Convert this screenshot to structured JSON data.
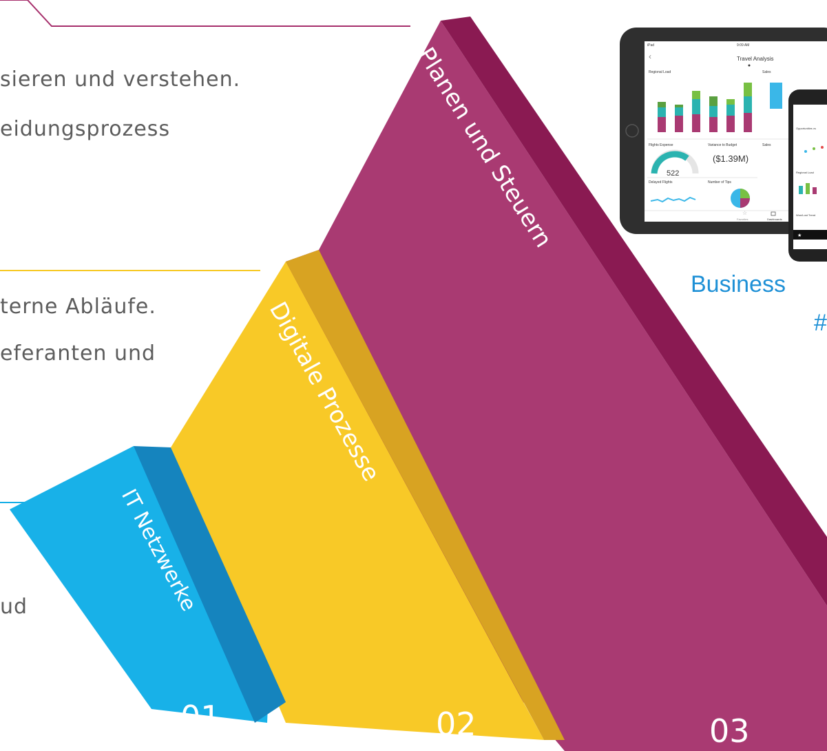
{
  "left_text": {
    "line1": "sieren und verstehen.",
    "line2": "eidungsprozess",
    "line3": "terne Abläufe.",
    "line4": "eferanten und",
    "line5": "ud"
  },
  "layers": [
    {
      "label": "IT Netzwerke",
      "number": "01",
      "color": "#14aee6"
    },
    {
      "label": "Digitale Prozesse",
      "number": "02",
      "color": "#f7c924"
    },
    {
      "label": "Planen und Steuern",
      "number": "03",
      "color": "#a62e6b"
    }
  ],
  "device": {
    "tablet_title": "Travel Analysis",
    "tablet_status_left": "iPad",
    "tablet_status_time": "9:09 AM",
    "card_regional_load": "Regional Load",
    "card_sales": "Sales",
    "card_flights_expense": "Flights Expense",
    "gauge_value": "522",
    "card_variance": "Variance to Budget",
    "variance_value": "($1.39M)",
    "card_delayed": "Delayed Flights",
    "card_tips": "Number of Tips",
    "tab_favorites": "Favorites",
    "tab_dashboards": "Dashboards",
    "phone_card_1": "Opportunities vs",
    "phone_card_2": "Regional Load",
    "phone_card_3": "Won/Lost Trend"
  },
  "business_intelligence": {
    "line1": "Business",
    "line2": "#"
  }
}
